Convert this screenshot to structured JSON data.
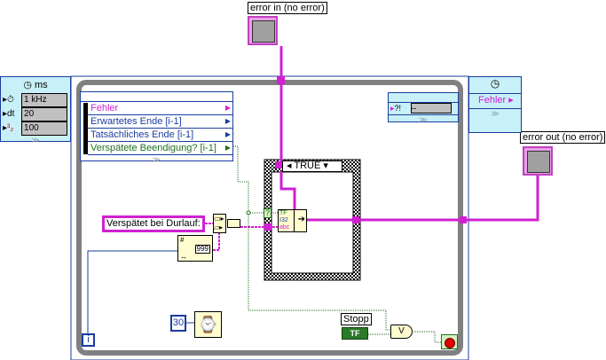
{
  "error_in": {
    "label": "error in (no error)"
  },
  "error_out": {
    "label": "error out (no error)"
  },
  "input_node": {
    "unit": "ms",
    "rows": [
      {
        "icon": "clock-source-icon",
        "value": "1 kHz"
      },
      {
        "icon": "dt",
        "value": "20"
      },
      {
        "icon": "priority-icon",
        "value": "100"
      }
    ]
  },
  "left_data_node": {
    "rows": [
      {
        "label": "Fehler",
        "color": "#d020d0"
      },
      {
        "label": "Erwartetes Ende [i-1]",
        "color": "#1a3ca0"
      },
      {
        "label": "Tatsächliches Ende [i-1]",
        "color": "#1a3ca0"
      },
      {
        "label": "Verspätete Beendigung? [i-1]",
        "color": "#207020"
      }
    ]
  },
  "right_data_node": {
    "value": "--",
    "prefix": "?!"
  },
  "output_node": {
    "row": "Fehler"
  },
  "case": {
    "selector": "TRUE"
  },
  "string_const": "Verspätet bei Durlauf:",
  "number_to_string": {
    "value": "999"
  },
  "wait_const": "30",
  "stop_control": {
    "label": "Stopp",
    "value": "TF"
  },
  "or_gate": "V",
  "iteration": "i",
  "bundle": {
    "rows": [
      "TF",
      "I32",
      "abc"
    ]
  },
  "chev": "≫",
  "colors": {
    "error_wire": "#d020d0",
    "bool_wire": "#207020",
    "int_wire": "#1a3ca0"
  }
}
